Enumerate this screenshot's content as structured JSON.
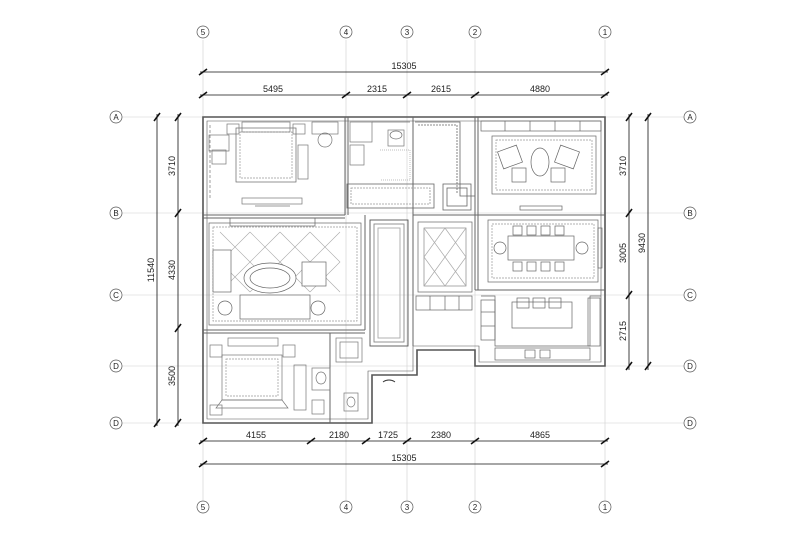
{
  "grid": {
    "columns": [
      "5",
      "4",
      "3",
      "2",
      "1"
    ],
    "rows_left": [
      "A",
      "B",
      "C",
      "D",
      "D"
    ],
    "rows_right": [
      "A",
      "B",
      "C",
      "D",
      "D"
    ]
  },
  "dimensions": {
    "top_overall": "15305",
    "top_segments": [
      "5495",
      "2315",
      "2615",
      "4880"
    ],
    "bottom_segments": [
      "4155",
      "2180",
      "1725",
      "2380",
      "4865"
    ],
    "bottom_overall": "15305",
    "left_overall": "11540",
    "left_segments": [
      "3710",
      "4330",
      "3500"
    ],
    "right_segments": [
      "3710",
      "3005",
      "2715"
    ],
    "right_overall": "9430"
  }
}
